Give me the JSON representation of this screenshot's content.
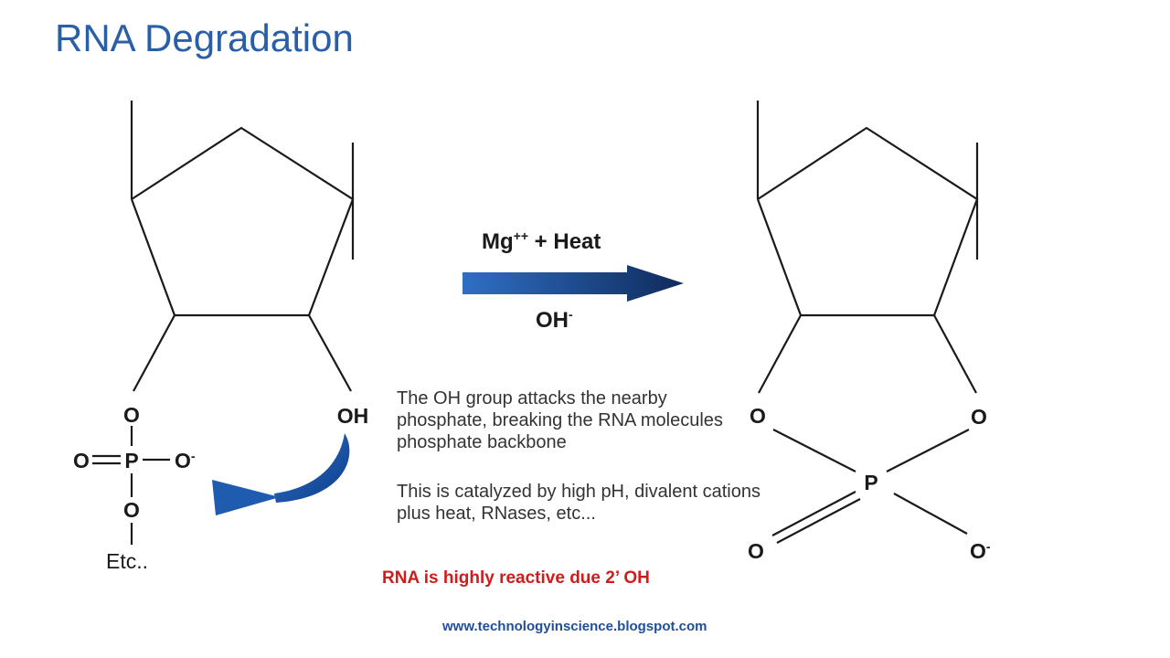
{
  "slide": {
    "title": "RNA Degradation",
    "reaction": {
      "condition_top": "Mg",
      "condition_top_sup": "++",
      "condition_top_rest": " + Heat",
      "condition_bottom": "OH",
      "condition_bottom_sup": "-"
    },
    "left_molecule": {
      "oh": "OH",
      "o_top": "O",
      "o_double": "O",
      "p": "P",
      "o_minus": "O",
      "o_minus_sup": "-",
      "o_bottom": "O",
      "etc": "Etc.."
    },
    "right_molecule": {
      "o_left": "O",
      "o_right": "O",
      "p": "P",
      "o_double": "O",
      "o_minus": "O",
      "o_minus_sup": "-"
    },
    "description": {
      "paragraph_1": "The OH group attacks the nearby phosphate, breaking the RNA molecules phosphate backbone",
      "paragraph_2": "This is catalyzed by high pH, divalent cations plus heat, RNases, etc..."
    },
    "highlight": "RNA is highly reactive due 2’ OH",
    "footer": "www.technologyinscience.blogspot.com",
    "colors": {
      "title": "#2a5fa8",
      "arrow_start": "#2f6fc4",
      "arrow_end": "#0f2a5c",
      "highlight": "#d01c1c",
      "footer": "#1f4e9a"
    }
  }
}
